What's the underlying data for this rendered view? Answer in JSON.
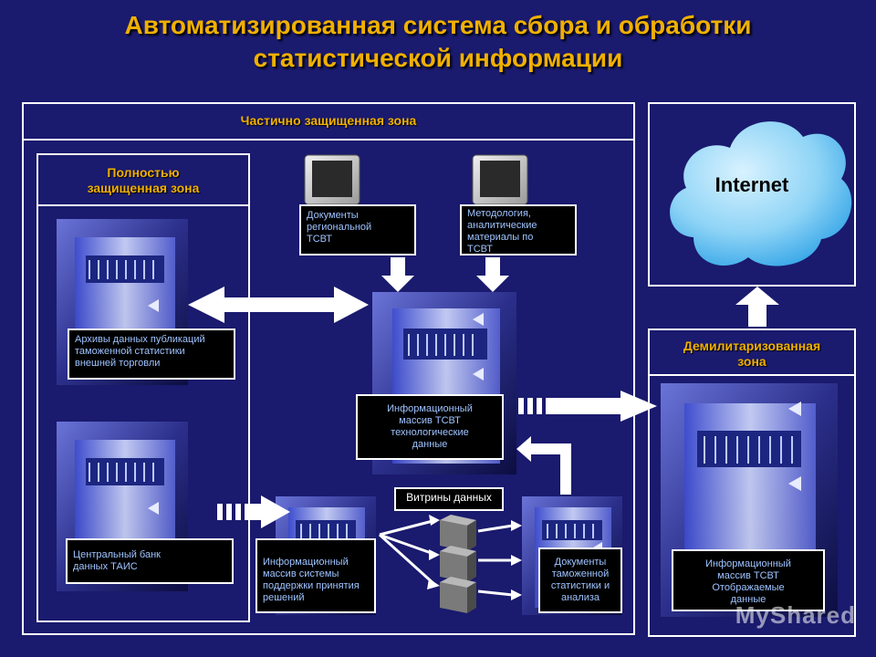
{
  "title": {
    "line1": "Автоматизированная система сбора и обработки",
    "line2": "статистической информации"
  },
  "zones": {
    "partial": "Частично защищенная зона",
    "full": "Полностью\nзащищенная зона",
    "dmz": "Демилитаризованная\nзона"
  },
  "internet": "Internet",
  "labels": {
    "archives": "Архивы данных публикаций\nтаможенной статистики\nвнешней торговли",
    "central_bank": "Центральный банк\nданных ТАИС",
    "regional_docs": "Документы\nрегиональной\nТСВТ",
    "methodology": "Методология,\nаналитические\nматериалы по\nТСВТ",
    "info_array_tech": "Информационный\nмассив ТСВТ\nтехнологические\nданные",
    "decision_support": "Информационный\n массив системы\nподдержки принятия\nрешений",
    "vitrines": "Витрины данных",
    "customs_docs": "Документы\nтаможенной\nстатистики и\nанализа",
    "displayed_data": "Информационный\nмассив ТСВТ\nОтображаемые\nданные"
  },
  "watermark": "MyShared",
  "colors": {
    "background": "#1a1a6e",
    "title": "#f0b000",
    "label_text": "#9ec3ff",
    "cloud": "#8fd4f6"
  }
}
